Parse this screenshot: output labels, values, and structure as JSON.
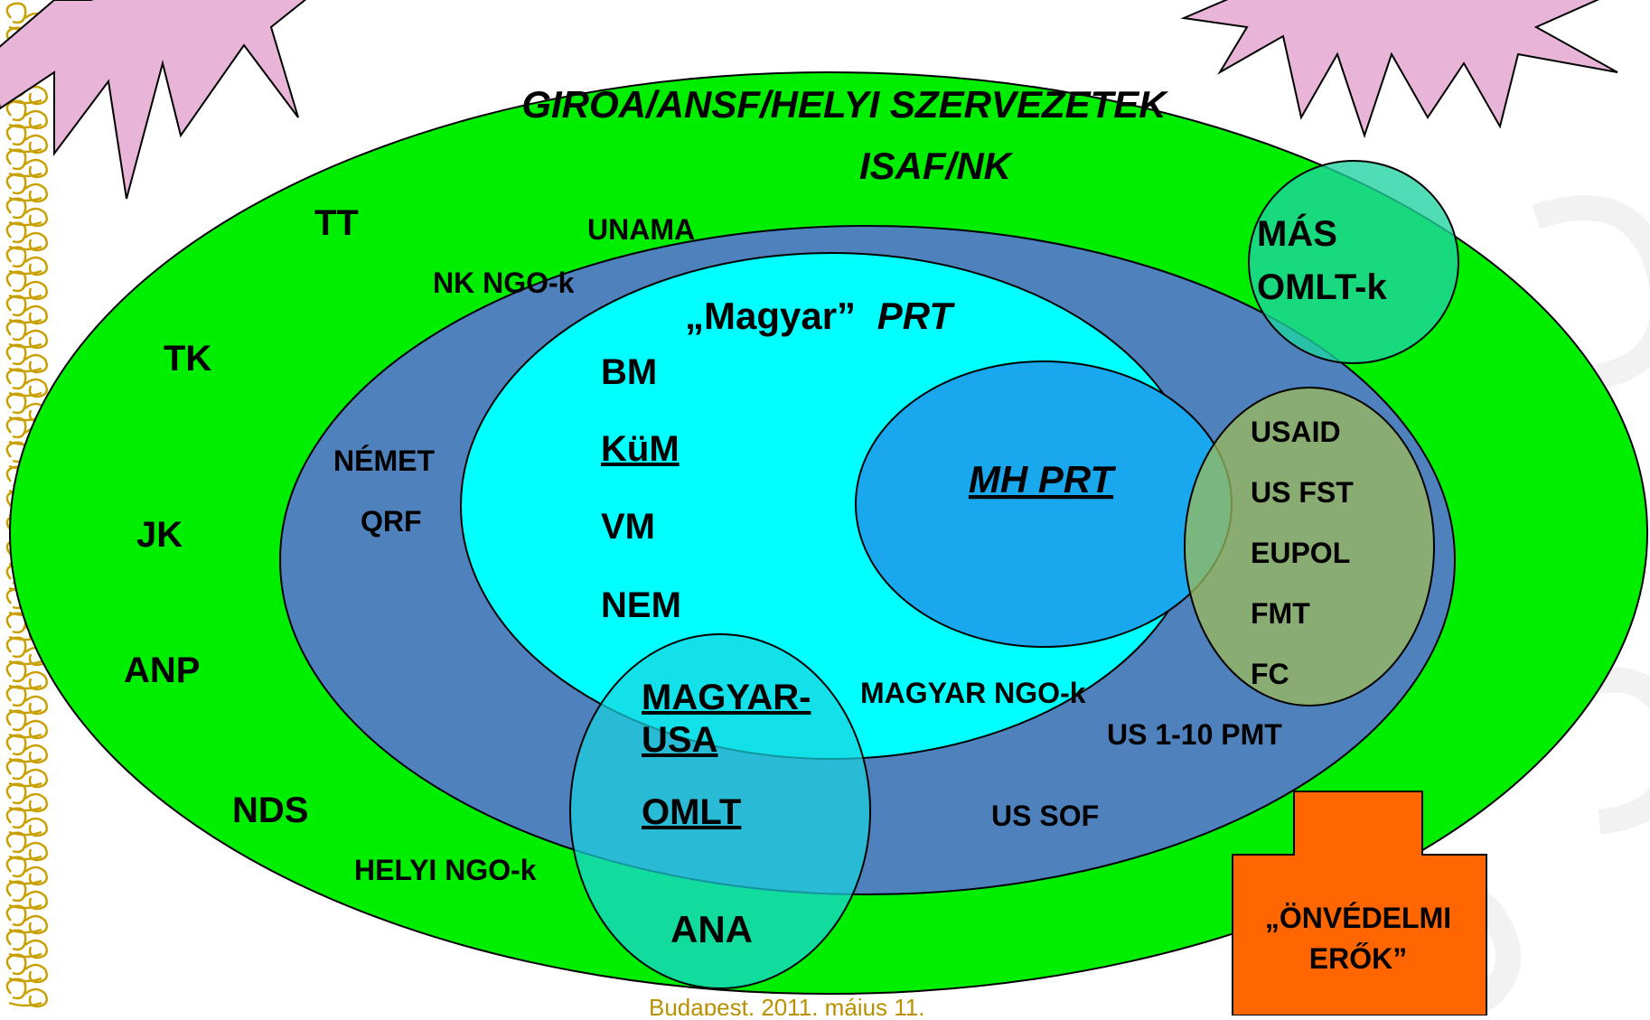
{
  "titles": {
    "outer": "GIROA/ANSF/HELYI SZERVEZETEK",
    "middle": "ISAF/NK",
    "inner_prefix": "„Magyar”",
    "inner_suffix": "PRT",
    "core": "MH PRT"
  },
  "outer_items": {
    "tt": "TT",
    "tk": "TK",
    "jk": "JK",
    "anp": "ANP",
    "nds": "NDS",
    "helyi_ngo": "HELYI NGO-k"
  },
  "middle_items": {
    "unama": "UNAMA",
    "nk_ngo": "NK NGO-k",
    "nemet": "NÉMET",
    "qrf": "QRF",
    "us_pmt": "US 1-10 PMT",
    "us_sof": "US SOF"
  },
  "inner_items": {
    "bm": "BM",
    "kum": "KüM",
    "vm": "VM",
    "nem": "NEM",
    "magyar_ngo": "MAGYAR NGO-k"
  },
  "mas_omlt": {
    "line1": "MÁS",
    "line2": "OMLT-k"
  },
  "us_group": {
    "usaid": "USAID",
    "us_fst": "US FST",
    "eupol": "EUPOL",
    "fmt": "FMT",
    "fc": "FC"
  },
  "magyar_usa": {
    "line1": "MAGYAR-",
    "line2": "USA",
    "omlt": "OMLT",
    "ana": "ANA"
  },
  "self_defense": {
    "line1": "„ÖNVÉDELMI",
    "line2": "ERŐK”"
  },
  "footer": "Budapest, 2011. május 11.",
  "colors": {
    "outer": "#00ee00",
    "middle": "#4f81bd",
    "inner": "#00ffff",
    "core": "#19a8ee",
    "mas_omlt": "#1fd4a0",
    "us_group": "#9bbb59",
    "magyar_usa": "#19d4e0",
    "self_defense": "#ff6600",
    "stars": "#e8b4d8",
    "border": "#c8a000"
  }
}
